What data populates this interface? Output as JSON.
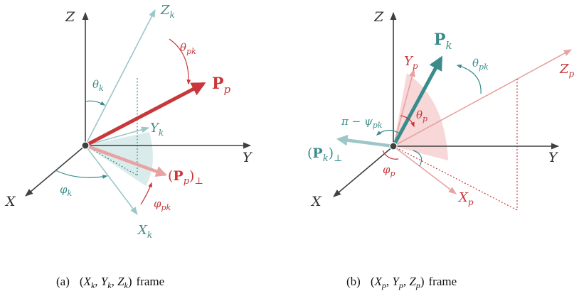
{
  "colors": {
    "axis": "#404040",
    "teal": "#3a8c8c",
    "teal_light": "#9cc6c8",
    "red": "#c8373a",
    "red_light": "#e8a2a2",
    "fill_teal": "#d4e8e8",
    "fill_red": "#f6d3d3"
  },
  "panel_a": {
    "caption": {
      "tag": "(a)",
      "open": "(",
      "x": "X",
      "x_sub": "k",
      "y": "Y",
      "y_sub": "k",
      "z": "Z",
      "z_sub": "k",
      "close": ")",
      "word": "frame"
    },
    "axes": {
      "X": "X",
      "Y": "Y",
      "Z": "Z"
    },
    "frame_axes": {
      "Xk": "X",
      "Xk_sub": "k",
      "Yk": "Y",
      "Yk_sub": "k",
      "Zk": "Z",
      "Zk_sub": "k"
    },
    "vector_main": {
      "name": "P",
      "sub": "p"
    },
    "vector_perp": {
      "open": "(",
      "name": "P",
      "sub": "p",
      "close": ")",
      "perp": "⊥"
    },
    "angles": {
      "theta_k": "θ",
      "theta_k_sub": "k",
      "theta_pk": "θ",
      "theta_pk_sub": "pk",
      "phi_k": "φ",
      "phi_k_sub": "k",
      "phi_pk": "φ",
      "phi_pk_sub": "pk"
    }
  },
  "panel_b": {
    "caption": {
      "tag": "(b)",
      "open": "(",
      "x": "X",
      "x_sub": "p",
      "y": "Y",
      "y_sub": "p",
      "z": "Z",
      "z_sub": "p",
      "close": ")",
      "word": "frame"
    },
    "axes": {
      "X": "X",
      "Y": "Y",
      "Z": "Z"
    },
    "frame_axes": {
      "Xp": "X",
      "Xp_sub": "p",
      "Yp": "Y",
      "Yp_sub": "p",
      "Zp": "Z",
      "Zp_sub": "p"
    },
    "vector_main": {
      "name": "P",
      "sub": "k"
    },
    "vector_perp": {
      "open": "(",
      "name": "P",
      "sub": "k",
      "close": ")",
      "perp": "⊥"
    },
    "angles": {
      "theta_pk": "θ",
      "theta_pk_sub": "pk",
      "theta_p": "θ",
      "theta_p_sub": "p",
      "phi_p": "φ",
      "phi_p_sub": "p",
      "pi_minus": "π − ψ",
      "psi_sub": "pk"
    }
  }
}
